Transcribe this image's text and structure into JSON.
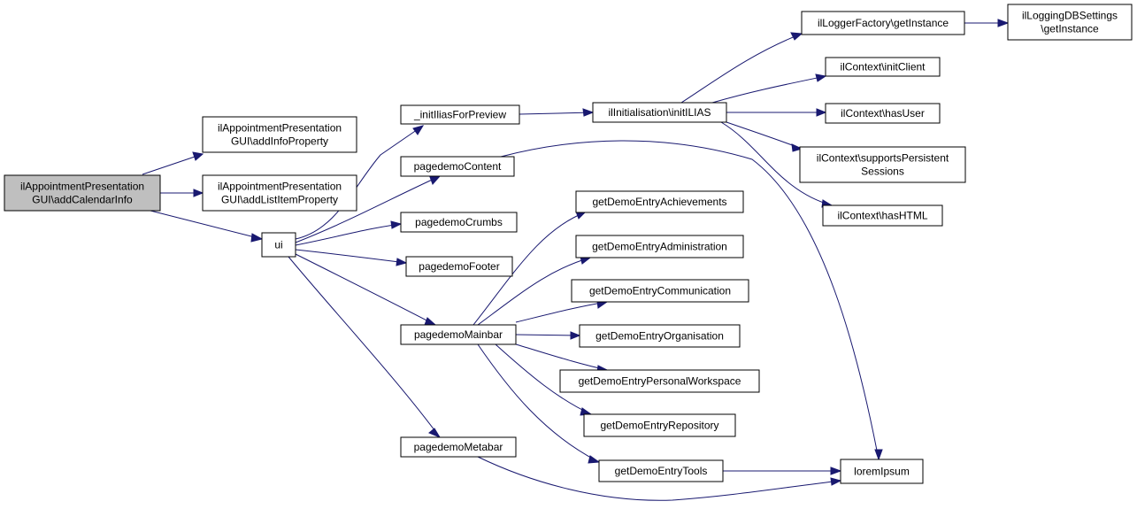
{
  "colors": {
    "edge": "#191970",
    "root_fill": "#bfbfbf",
    "node_fill": "#ffffff",
    "node_border": "#000000"
  },
  "nodes": [
    {
      "id": "root",
      "lines": [
        "ilAppointmentPresentation",
        "GUI\\addCalendarInfo"
      ]
    },
    {
      "id": "addInfoProperty",
      "lines": [
        "ilAppointmentPresentation",
        "GUI\\addInfoProperty"
      ]
    },
    {
      "id": "addListItemProperty",
      "lines": [
        "ilAppointmentPresentation",
        "GUI\\addListItemProperty"
      ]
    },
    {
      "id": "ui",
      "lines": [
        "ui"
      ]
    },
    {
      "id": "initIliasForPreview",
      "lines": [
        "_initIliasForPreview"
      ]
    },
    {
      "id": "pagedemoContent",
      "lines": [
        "pagedemoContent"
      ]
    },
    {
      "id": "pagedemoCrumbs",
      "lines": [
        "pagedemoCrumbs"
      ]
    },
    {
      "id": "pagedemoFooter",
      "lines": [
        "pagedemoFooter"
      ]
    },
    {
      "id": "pagedemoMainbar",
      "lines": [
        "pagedemoMainbar"
      ]
    },
    {
      "id": "pagedemoMetabar",
      "lines": [
        "pagedemoMetabar"
      ]
    },
    {
      "id": "initILIAS",
      "lines": [
        "ilInitialisation\\initILIAS"
      ]
    },
    {
      "id": "loggerFactory",
      "lines": [
        "ilLoggerFactory\\getInstance"
      ]
    },
    {
      "id": "loggingDB",
      "lines": [
        "ilLoggingDBSettings",
        "\\getInstance"
      ]
    },
    {
      "id": "initClient",
      "lines": [
        "ilContext\\initClient"
      ]
    },
    {
      "id": "hasUser",
      "lines": [
        "ilContext\\hasUser"
      ]
    },
    {
      "id": "supportsPersistent",
      "lines": [
        "ilContext\\supportsPersistent",
        "Sessions"
      ]
    },
    {
      "id": "hasHTML",
      "lines": [
        "ilContext\\hasHTML"
      ]
    },
    {
      "id": "achievements",
      "lines": [
        "getDemoEntryAchievements"
      ]
    },
    {
      "id": "administration",
      "lines": [
        "getDemoEntryAdministration"
      ]
    },
    {
      "id": "communication",
      "lines": [
        "getDemoEntryCommunication"
      ]
    },
    {
      "id": "organisation",
      "lines": [
        "getDemoEntryOrganisation"
      ]
    },
    {
      "id": "personalWorkspace",
      "lines": [
        "getDemoEntryPersonalWorkspace"
      ]
    },
    {
      "id": "repository",
      "lines": [
        "getDemoEntryRepository"
      ]
    },
    {
      "id": "tools",
      "lines": [
        "getDemoEntryTools"
      ]
    },
    {
      "id": "loremIpsum",
      "lines": [
        "loremIpsum"
      ]
    }
  ],
  "edges": [
    [
      "root",
      "addInfoProperty"
    ],
    [
      "root",
      "addListItemProperty"
    ],
    [
      "root",
      "ui"
    ],
    [
      "ui",
      "initIliasForPreview"
    ],
    [
      "ui",
      "pagedemoContent"
    ],
    [
      "ui",
      "pagedemoCrumbs"
    ],
    [
      "ui",
      "pagedemoFooter"
    ],
    [
      "ui",
      "pagedemoMainbar"
    ],
    [
      "ui",
      "pagedemoMetabar"
    ],
    [
      "initIliasForPreview",
      "initILIAS"
    ],
    [
      "initILIAS",
      "loggerFactory"
    ],
    [
      "loggerFactory",
      "loggingDB"
    ],
    [
      "initILIAS",
      "initClient"
    ],
    [
      "initILIAS",
      "hasUser"
    ],
    [
      "initILIAS",
      "supportsPersistent"
    ],
    [
      "initILIAS",
      "hasHTML"
    ],
    [
      "pagedemoContent",
      "loremIpsum"
    ],
    [
      "pagedemoMainbar",
      "achievements"
    ],
    [
      "pagedemoMainbar",
      "administration"
    ],
    [
      "pagedemoMainbar",
      "communication"
    ],
    [
      "pagedemoMainbar",
      "organisation"
    ],
    [
      "pagedemoMainbar",
      "personalWorkspace"
    ],
    [
      "pagedemoMainbar",
      "repository"
    ],
    [
      "pagedemoMainbar",
      "tools"
    ],
    [
      "tools",
      "loremIpsum"
    ],
    [
      "pagedemoMetabar",
      "loremIpsum"
    ]
  ]
}
